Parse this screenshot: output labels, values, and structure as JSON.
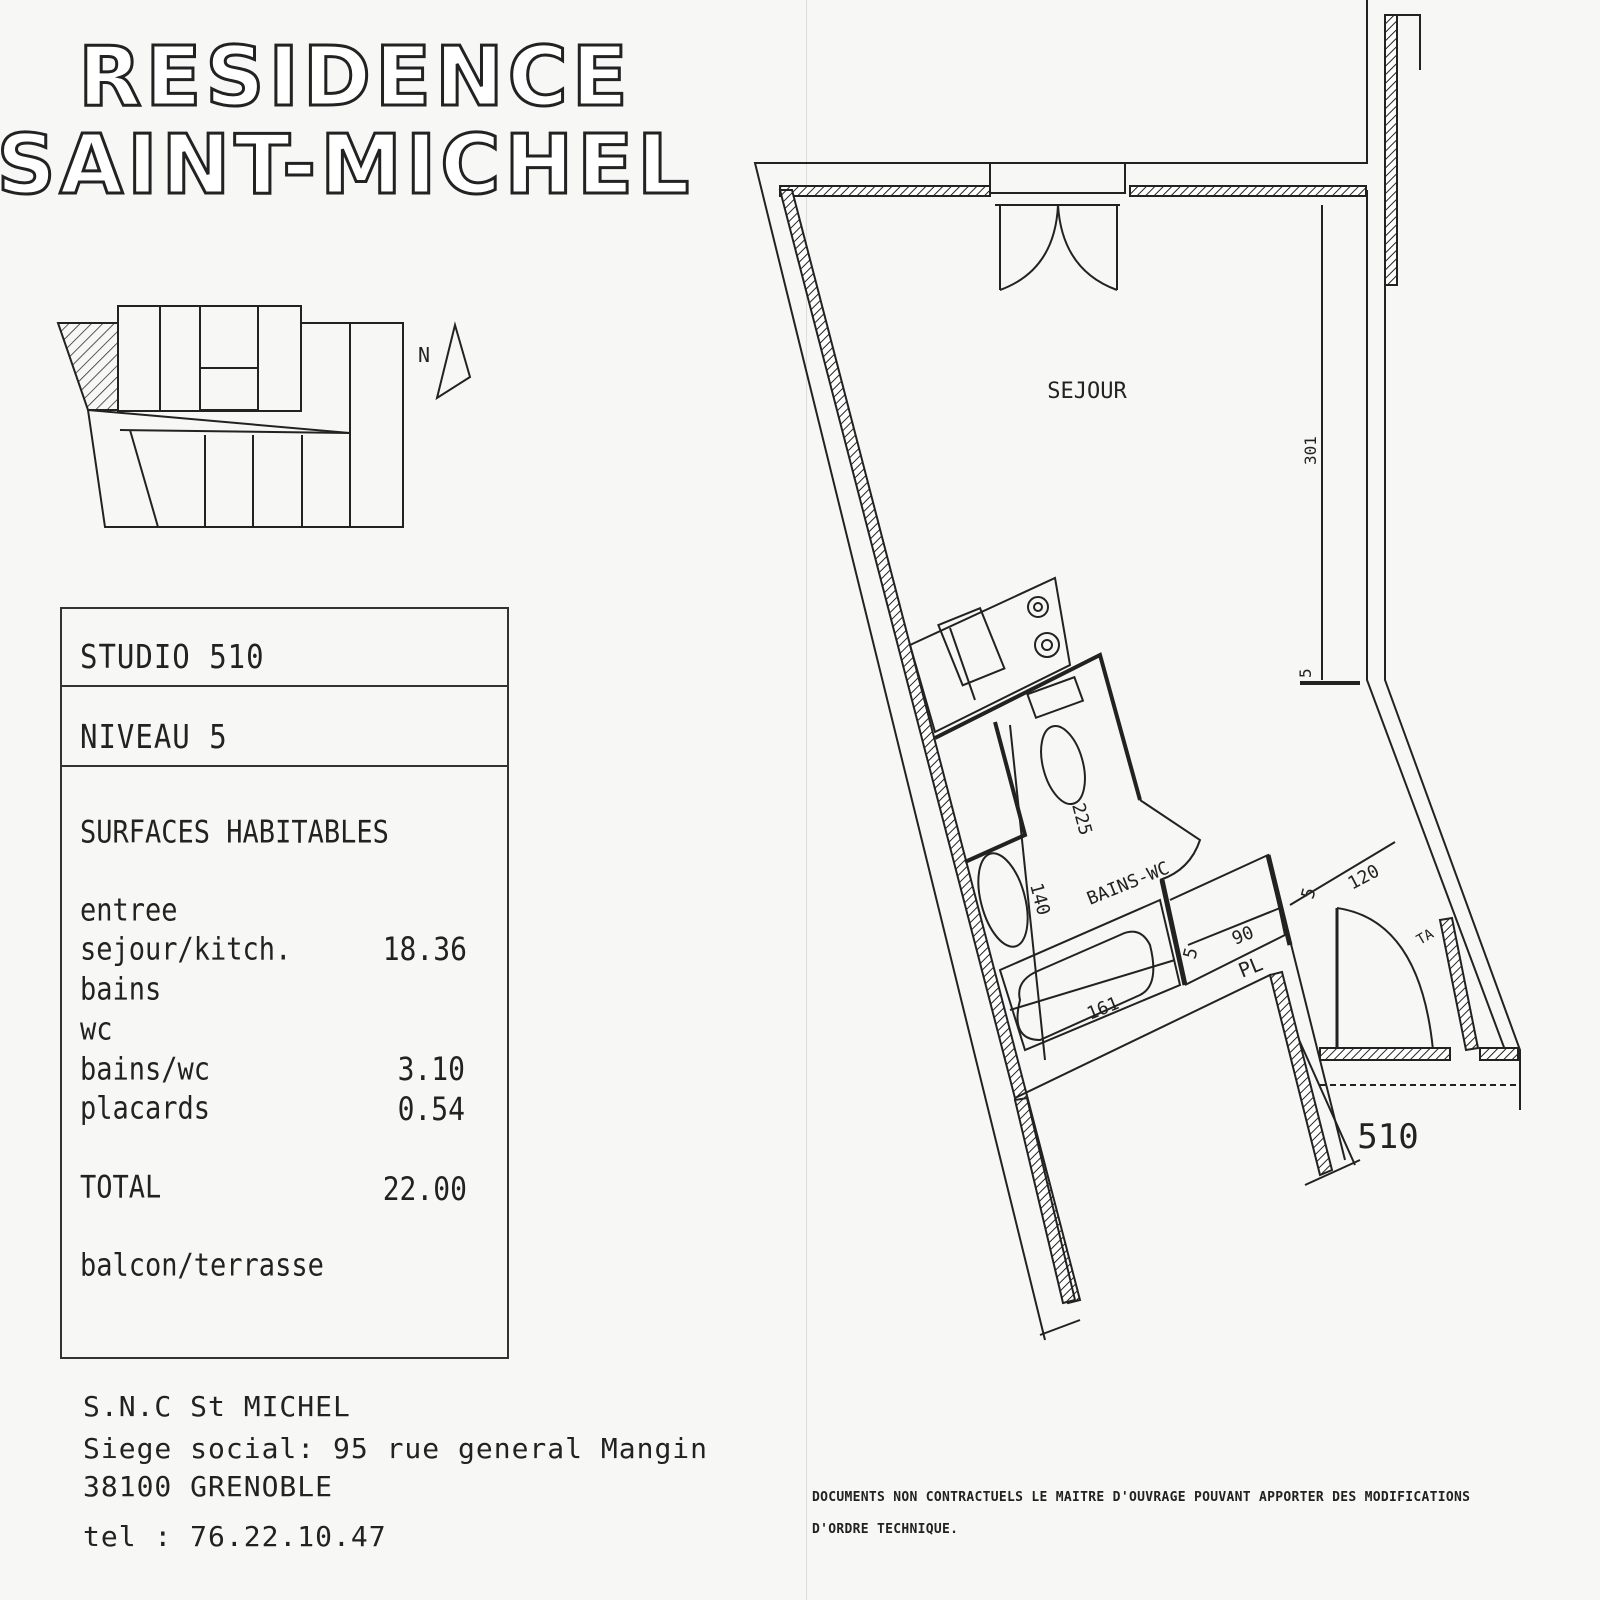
{
  "title": {
    "line1": "RESIDENCE",
    "line2": "SAINT-MICHEL"
  },
  "site_plan": {
    "north_label": "N"
  },
  "info_box": {
    "unit": "STUDIO 510",
    "level": "NIVEAU 5",
    "section_title": "SURFACES HABITABLES",
    "rows": [
      {
        "label": "entree",
        "value": ""
      },
      {
        "label": "sejour/kitch.",
        "value": "18.36"
      },
      {
        "label": "bains",
        "value": ""
      },
      {
        "label": "wc",
        "value": ""
      },
      {
        "label": "bains/wc",
        "value": "3.10"
      },
      {
        "label": "placards",
        "value": "0.54"
      }
    ],
    "total_label": "TOTAL",
    "total_value": "22.00",
    "balcony_label": "balcon/terrasse"
  },
  "company": {
    "name": "S.N.C St MICHEL",
    "address": "Siege social: 95 rue general Mangin",
    "city": "38100 GRENOBLE",
    "phone": "tel : 76.22.10.47"
  },
  "plan": {
    "room_sejour": "SEJOUR",
    "room_bains": "BAINS-WC",
    "closet": "PL",
    "ta": "TA",
    "dim_301": "301",
    "dim_5a": "5",
    "dim_225": "225",
    "dim_140": "140",
    "dim_161": "161",
    "dim_90": "90",
    "dim_5b": "5",
    "dim_5c": "5",
    "dim_120": "120",
    "unit_number": "510"
  },
  "disclaimer": {
    "line1": "DOCUMENTS NON CONTRACTUELS LE MAITRE D'OUVRAGE POUVANT APPORTER DES MODIFICATIONS",
    "line2": "D'ORDRE TECHNIQUE."
  }
}
